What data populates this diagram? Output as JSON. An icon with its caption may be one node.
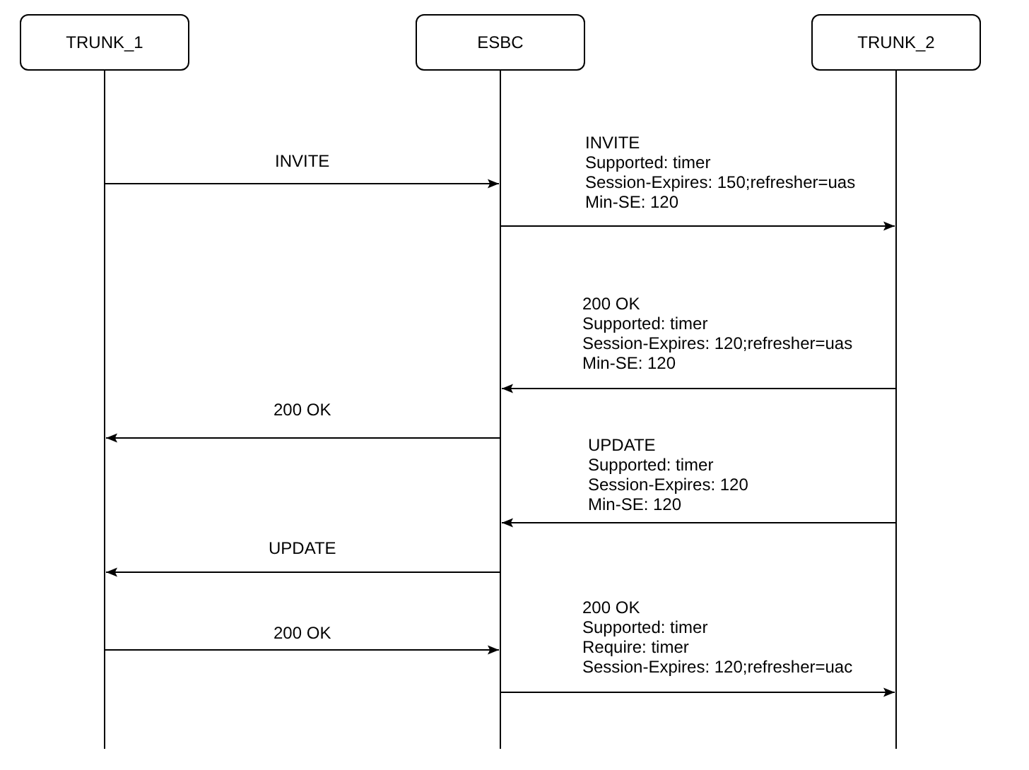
{
  "diagram": {
    "nodes": [
      {
        "text": [
          "TRUNK_1"
        ]
      },
      {
        "text": [
          "ESBC"
        ]
      },
      {
        "text": [
          "TRUNK_2"
        ]
      }
    ],
    "edges": [
      {
        "from": 0,
        "to": 1,
        "arrow": "to",
        "label": "INVITE"
      },
      {
        "from": 1,
        "to": 2,
        "arrow": "to",
        "label": "INVITE Supported: timer Session-Expires: 150;refresher=uas Min-SE: 120"
      },
      {
        "from": 2,
        "to": 1,
        "arrow": "to",
        "label": "200 OK Supported: timer Session-Expires: 120;refresher=uas Min-SE: 120"
      },
      {
        "from": 1,
        "to": 0,
        "arrow": "to",
        "label": "200 OK"
      },
      {
        "from": 2,
        "to": 1,
        "arrow": "to",
        "label": "UPDATE Supported: timer Session-Expires: 120 Min-SE: 120"
      },
      {
        "from": 1,
        "to": 0,
        "arrow": "to",
        "label": "UPDATE"
      },
      {
        "from": 0,
        "to": 1,
        "arrow": "to",
        "label": "200 OK"
      },
      {
        "from": 1,
        "to": 2,
        "arrow": "to",
        "label": "200 OK Supported: timer Require: timer Session-Expires: 120;refresher=uac"
      }
    ]
  }
}
